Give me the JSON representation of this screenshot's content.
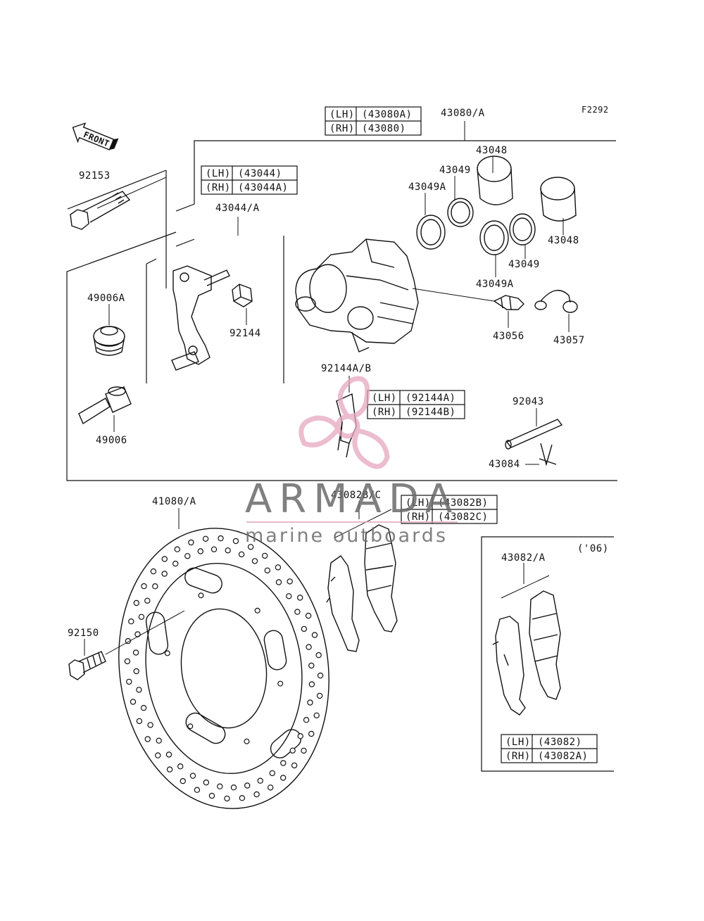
{
  "figure_code": "F2292",
  "front_label": "FRONT",
  "labels": {
    "caliper_assy": "43080/A",
    "bolt_92153": "92153",
    "bracket": "43044/A",
    "piston_top": "43048",
    "seal_43049_top": "43049",
    "seal_43049A_top": "43049A",
    "piston_right": "43048",
    "seal_43049_right": "43049",
    "seal_43049A_lower": "43049A",
    "boot_49006A": "49006A",
    "pin_49006": "49006",
    "spring_92144": "92144",
    "bleeder": "43056",
    "cap": "43057",
    "spring_92144AB": "92144A/B",
    "pin_92043": "92043",
    "clip_43084": "43084",
    "disc": "41080/A",
    "pads_mid": "43082B/C",
    "bolt_92150": "92150",
    "pads_box": "43082/A",
    "year_note": "('06)"
  },
  "tables": {
    "t_caliper": [
      [
        "(LH)",
        "(43080A)"
      ],
      [
        "(RH)",
        "(43080)"
      ]
    ],
    "t_bracket": [
      [
        "(LH)",
        "(43044)"
      ],
      [
        "(RH)",
        "(43044A)"
      ]
    ],
    "t_spring": [
      [
        "(LH)",
        "(92144A)"
      ],
      [
        "(RH)",
        "(92144B)"
      ]
    ],
    "t_pads_mid": [
      [
        "(LH)",
        "(43082B)"
      ],
      [
        "(RH)",
        "(43082C)"
      ]
    ],
    "t_pads_box": [
      [
        "(LH)",
        "(43082)"
      ],
      [
        "(RH)",
        "(43082A)"
      ]
    ]
  },
  "watermark": {
    "brand": "ARMADA",
    "tagline": "marine outboards",
    "brand_color": "#e6a7bf"
  }
}
